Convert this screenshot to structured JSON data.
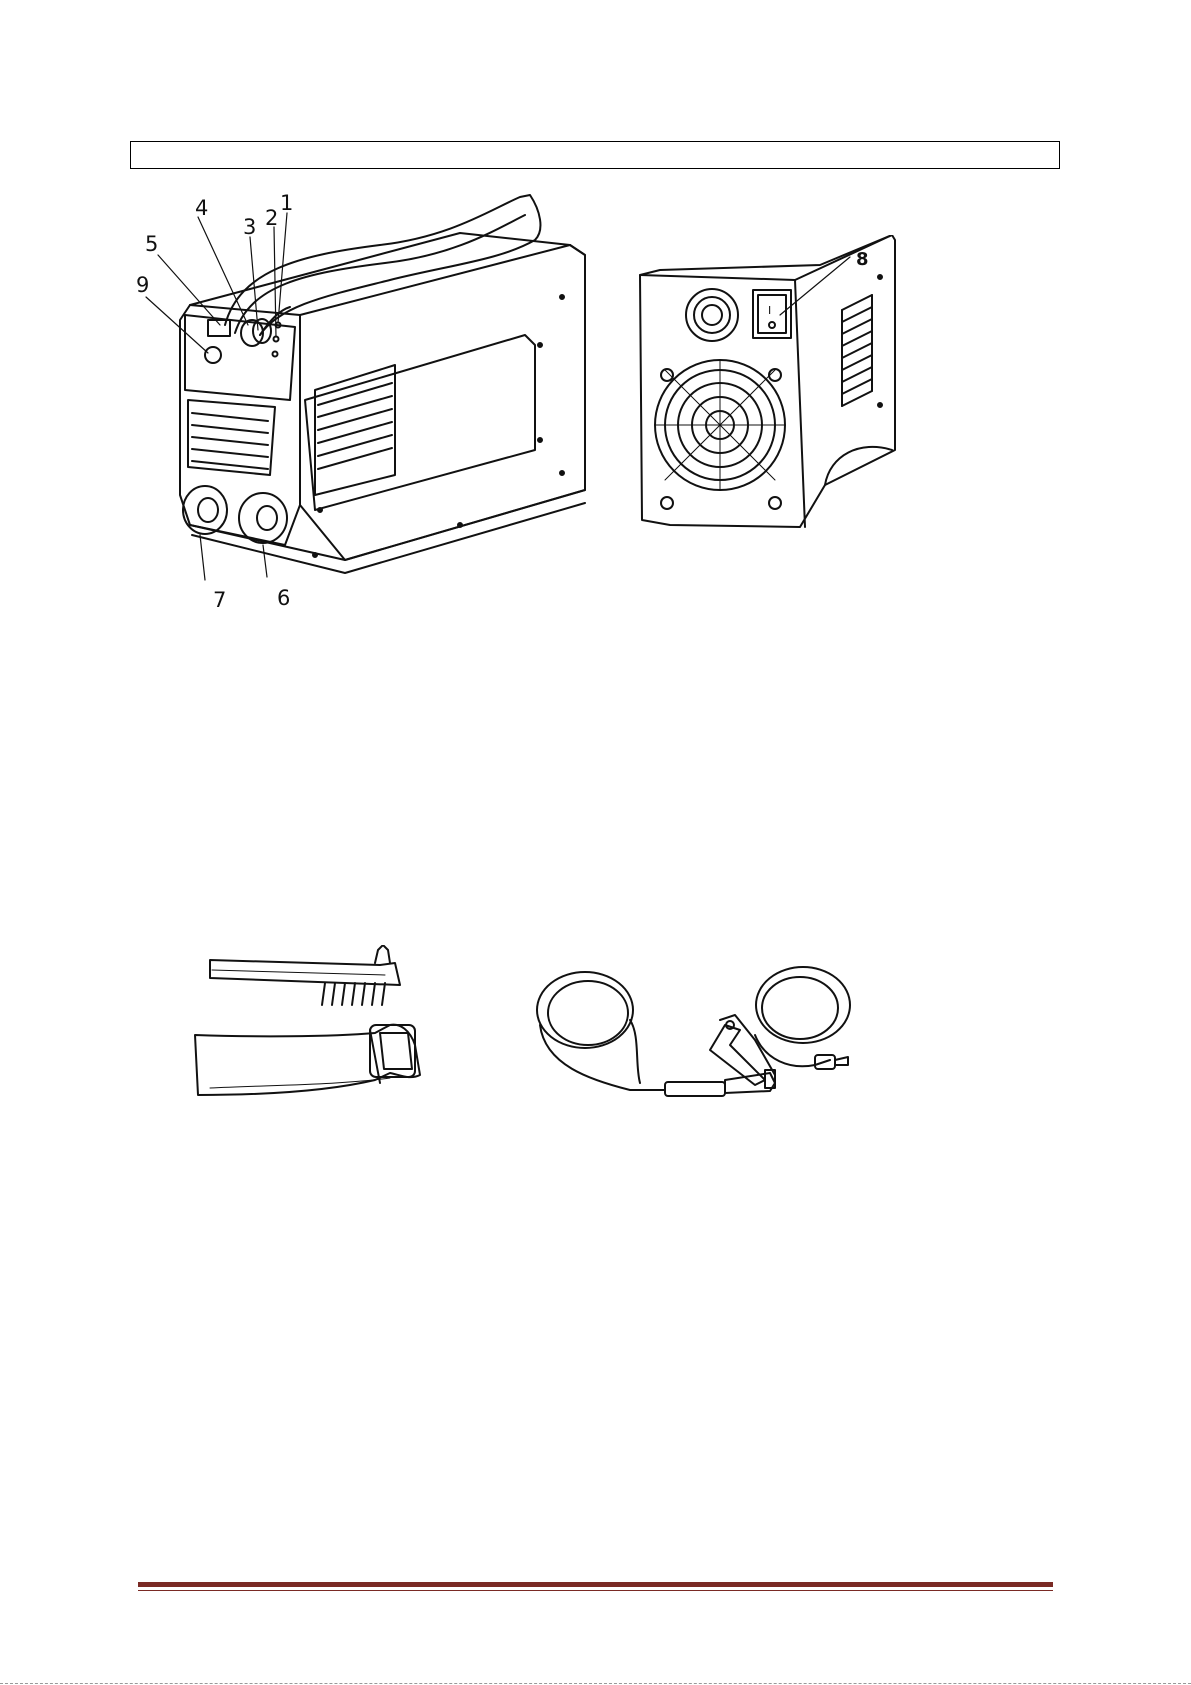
{
  "page": {
    "title_box_text": ""
  },
  "front_view": {
    "callouts": {
      "c1": "1",
      "c2": "2",
      "c3": "3",
      "c4": "4",
      "c5": "5",
      "c6": "6",
      "c7": "7",
      "c9": "9"
    }
  },
  "rear_view": {
    "callouts": {
      "c8": "8"
    },
    "switch_mark": "I"
  },
  "colors": {
    "footer_rule": "#7a2a24"
  }
}
